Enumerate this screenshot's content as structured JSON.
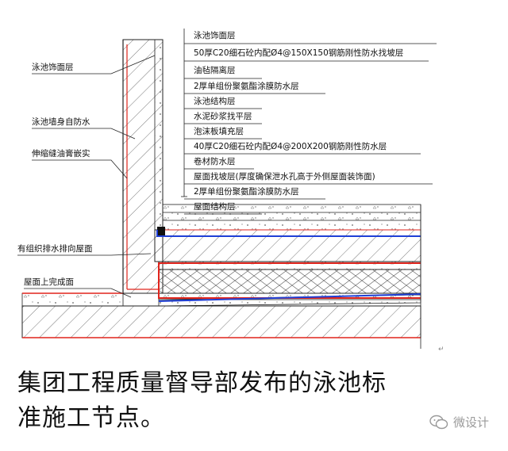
{
  "labels_right": [
    "泳池饰面层",
    "50厚C20细石砼内配Ø4@150X150钢筋刚性防水找坡层",
    "油毡隔离层",
    "2厚单组份聚氨酯涂膜防水层",
    "泳池结构层",
    "水泥砂浆找平层",
    "泡沫板填充层",
    "40厚C20细石砼内配Ø4@200X200钢筋刚性防水层",
    "卷材防水层",
    "屋面找坡层(厚度确保泄水孔高于外侧屋面装饰面)",
    "2厚单组份聚氨酯涂膜防水层",
    "屋面结构层"
  ],
  "labels_left": [
    "泳池饰面层",
    "泳池墙身自防水",
    "伸缩缝油膏嵌实",
    "有组织排水排向屋面",
    "屋面上完成面"
  ],
  "caption": {
    "line1": "集团工程质量督导部发布的泳池标",
    "line2": "准施工节点。"
  },
  "watermark": "微设计",
  "colors": {
    "waterproof_blue": "#1f3fd6",
    "membrane_red": "#e0241c",
    "line": "#222222"
  }
}
